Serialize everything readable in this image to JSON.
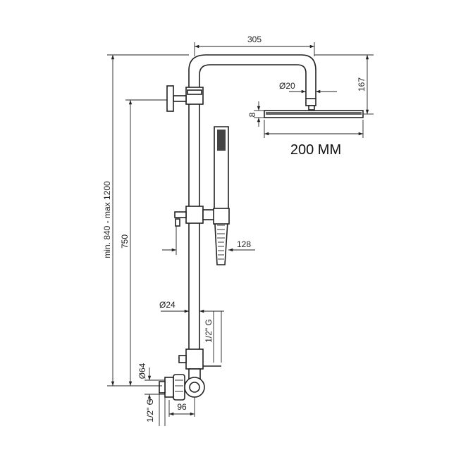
{
  "labels": {
    "arm_width": "305",
    "arm_diameter": "Ø20",
    "head_height": "167",
    "head_thickness": "8",
    "head_size": "200 MM",
    "height_range": "min. 840 - max 1200",
    "rail_height": "750",
    "hand_shower_offset": "128",
    "rail_diameter": "Ø24",
    "thread_top": "1/2\" G",
    "mixer_diameter": "Ø64",
    "thread_bottom": "1/2\" G",
    "mixer_offset": "96"
  },
  "colors": {
    "line": "#222222",
    "background": "#ffffff"
  }
}
